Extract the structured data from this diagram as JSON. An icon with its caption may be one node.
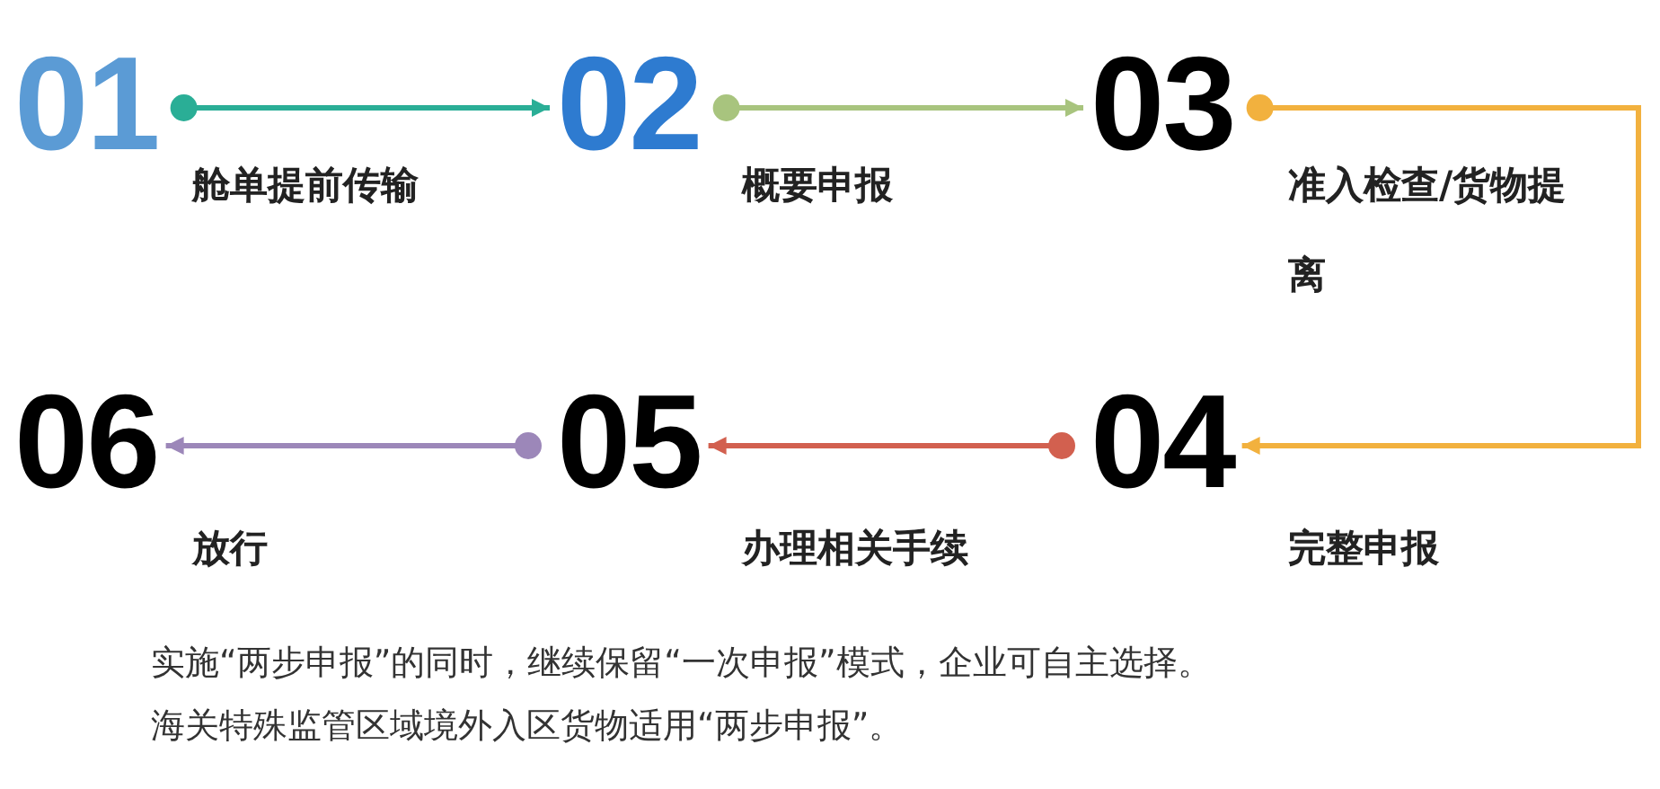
{
  "diagram": {
    "nodes": [
      {
        "text": [
          "01"
        ],
        "beside": [
          "舱单提前传输"
        ]
      },
      {
        "text": [
          "02"
        ],
        "beside": [
          "概要申报"
        ]
      },
      {
        "text": [
          "03"
        ],
        "beside": [
          "准入检查/货物提离"
        ]
      },
      {
        "text": [
          "04"
        ],
        "beside": [
          "完整申报"
        ]
      },
      {
        "text": [
          "05"
        ],
        "beside": [
          "办理相关手续"
        ]
      },
      {
        "text": [
          "06"
        ],
        "beside": [
          "放行"
        ]
      }
    ],
    "edges": [
      {
        "from": 0,
        "to": 1,
        "arrow": "to",
        "color": "#2aae96"
      },
      {
        "from": 1,
        "to": 2,
        "arrow": "to",
        "color": "#a8c47e"
      },
      {
        "from": 2,
        "to": 3,
        "arrow": "to",
        "color": "#f2b13e"
      },
      {
        "from": 3,
        "to": 4,
        "arrow": "to",
        "color": "#d2604f"
      },
      {
        "from": 4,
        "to": 5,
        "arrow": "to",
        "color": "#9c87b9"
      }
    ],
    "labels": [
      "实施“两步申报”的同时，继续保留“一次申报”模式，企业可自主选择。",
      "海关特殊监管区域境外入区货物适用“两步申报”。"
    ]
  }
}
